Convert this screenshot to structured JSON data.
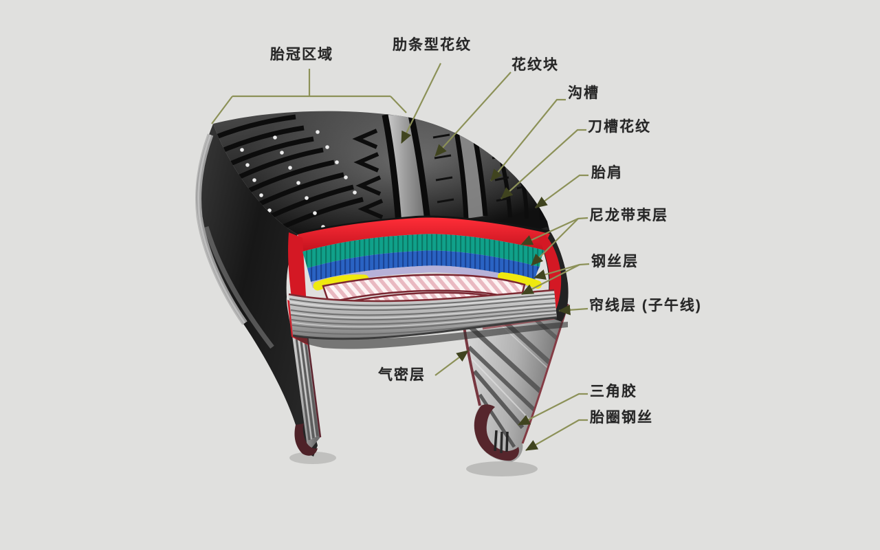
{
  "diagram": {
    "subject": "tire-structure-cutaway",
    "background_color": "#e0e0de",
    "leader_line_color": "#8c9158",
    "label_text_color": "#262626"
  },
  "labels": {
    "crown": "胎冠区域",
    "rib_pattern": "肋条型花纹",
    "block": "花纹块",
    "groove": "沟槽",
    "sipe": "刀槽花纹",
    "shoulder": "胎肩",
    "nylon_belt": "尼龙带束层",
    "steel_wire": "钢丝层",
    "cord_layer": "帘线层 (子午线)",
    "inner_liner": "气密层",
    "apex": "三角胶",
    "bead_wire": "胎圈钢丝"
  },
  "layer_colors": {
    "tread_rubber": "#1a1a1a",
    "base_rubber_red": "#e01e2a",
    "nylon_belt_teal": "#10a18a",
    "nylon_belt_blue": "#2a63c3",
    "cushion_lavender": "#b7b2d8",
    "steel_wire_yellow": "#efe90f",
    "steel_belt_pink": "#edbfc6",
    "carcass_gray": "#b9b9b9",
    "bead_maroon": "#56262c"
  }
}
